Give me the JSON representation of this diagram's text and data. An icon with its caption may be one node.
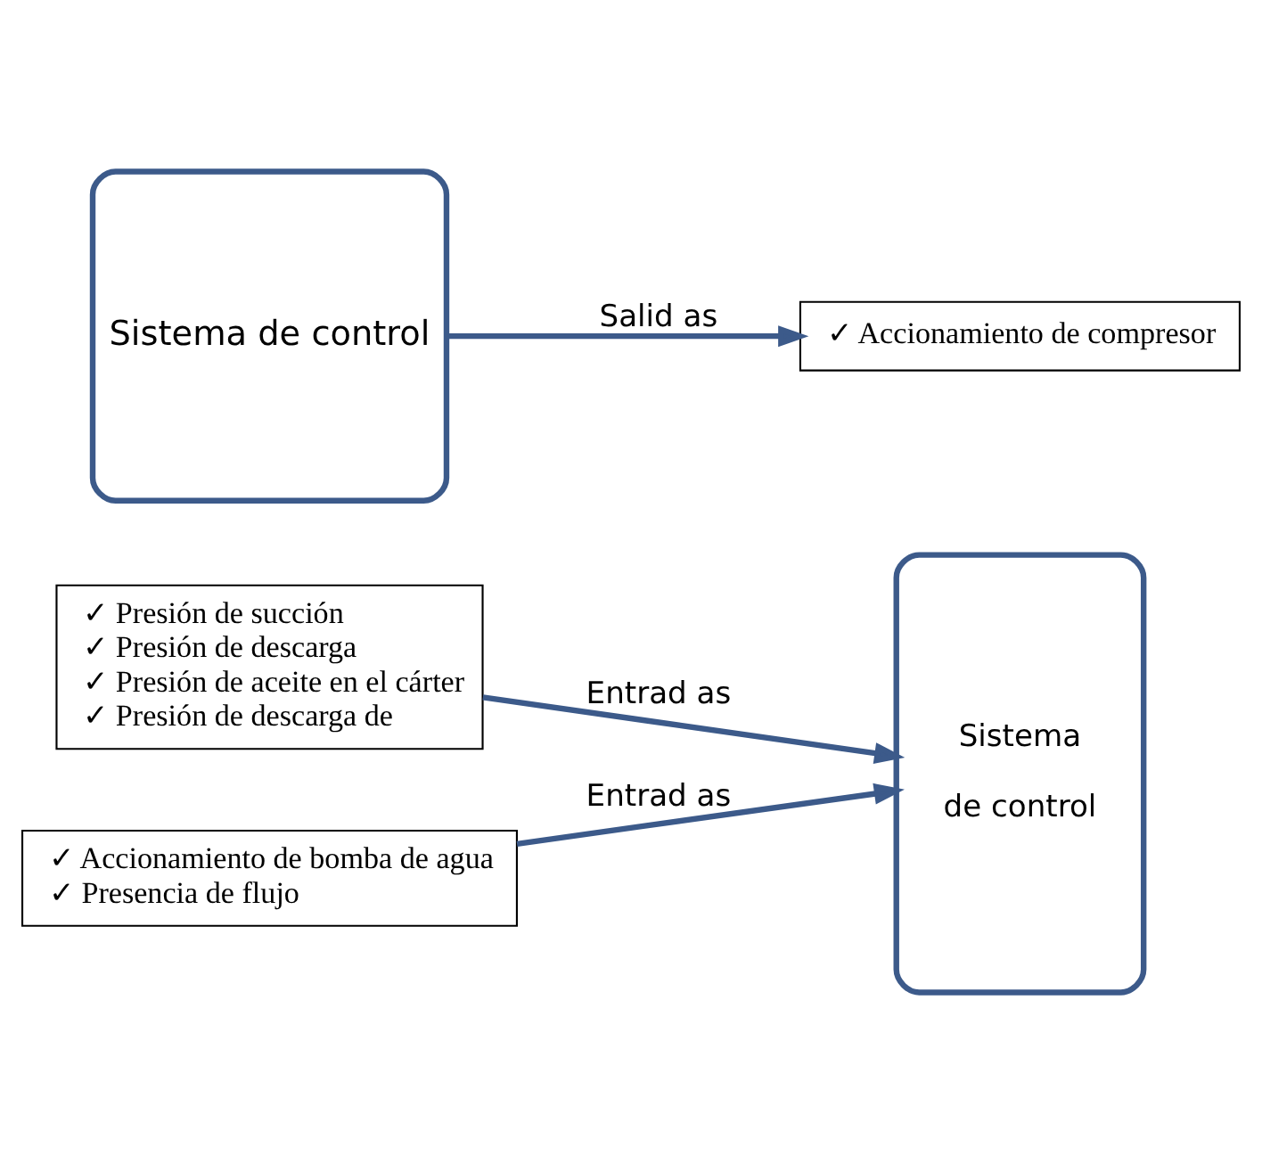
{
  "diagram": {
    "nodes": [
      {
        "text": [
          "✓ Presión de succión",
          "✓ Presión de descarga",
          "✓ Presión de aceite en el cárter",
          "✓ Presión de descarga de"
        ]
      },
      {
        "text": [
          "✓ Accionamiento de bomba de agua",
          "✓ Presencia de flujo"
        ]
      },
      {
        "text": [
          "Sistema",
          "de control"
        ]
      },
      {
        "text": [
          "Sistema de control"
        ]
      },
      {
        "text": [
          "✓ Accionamiento de compresor"
        ]
      }
    ],
    "edges": [
      {
        "from": 0,
        "to": 2,
        "arrow": "to",
        "label": "Entrad as"
      },
      {
        "from": 1,
        "to": 2,
        "arrow": "to",
        "label": "Entrad as"
      },
      {
        "from": 3,
        "to": 4,
        "arrow": "to",
        "label": "Salid as"
      }
    ]
  }
}
